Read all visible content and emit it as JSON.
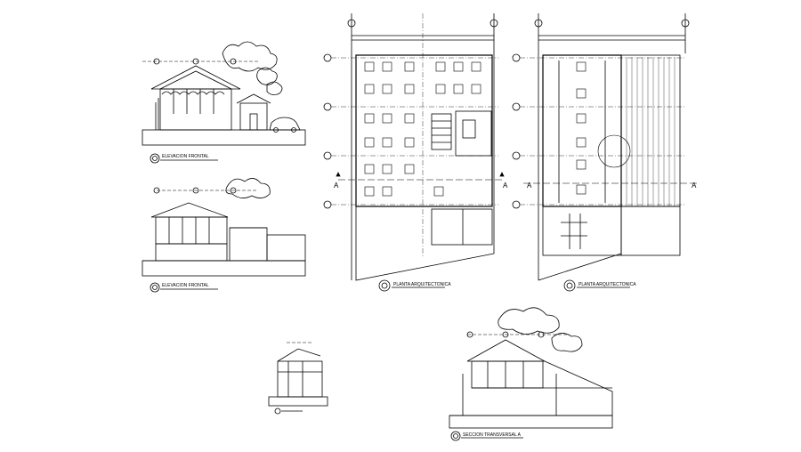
{
  "drawings": {
    "front_elevation": {
      "title": "ELEVACION FRONTAL"
    },
    "side_elevation": {
      "title": "ELEVACION FRONTAL"
    },
    "ground_floor_plan": {
      "title": "PLANTA ARQUITECTONICA"
    },
    "upper_floor_plan": {
      "title": "PLANTA ARQUITECTONICA"
    },
    "section": {
      "title": "SECCION TRANSVERSAL A"
    }
  },
  "section_marks": {
    "left": "A",
    "mid_left": "A",
    "mid_right": "A",
    "right": "A"
  },
  "colors": {
    "ink": "#000000",
    "paper": "#ffffff"
  }
}
